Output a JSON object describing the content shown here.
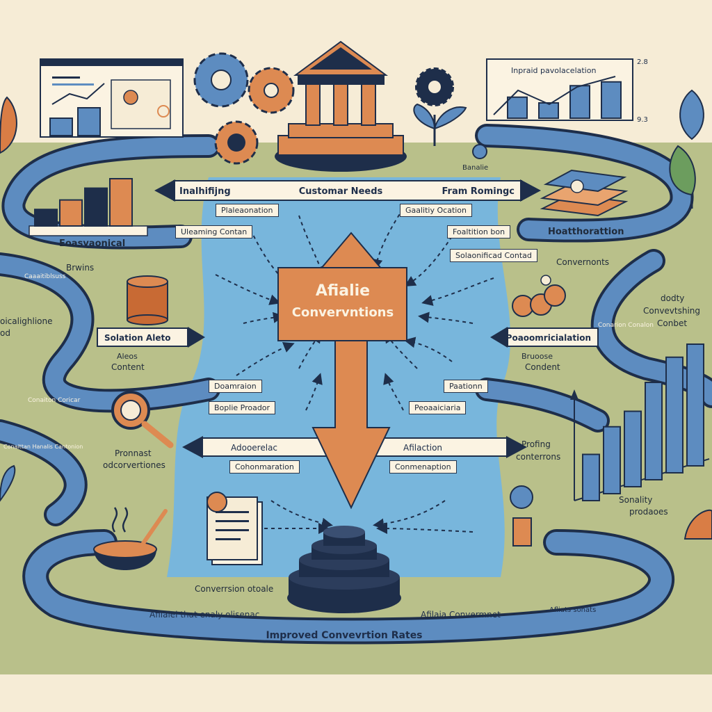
{
  "colors": {
    "background": "#f6ecd6",
    "ground": "#b9c08a",
    "river": "#78b6dc",
    "ribbon": "#5d8cc0",
    "navy": "#1e2e4a",
    "orange": "#dd8a52",
    "cream": "#fbf3e2"
  },
  "center": {
    "title_line1": "Afialie",
    "title_line2": "Convervntions"
  },
  "top_band": {
    "left": "Inalhifijng",
    "middle": "Customar Needs",
    "right": "Fram Romingc"
  },
  "mid_band": {
    "left": "Solation Aleto",
    "right": "Poaoomricialation"
  },
  "low_band": {
    "left": "Adooerelac",
    "right": "Afilaction"
  },
  "tags": {
    "t1": "Plaleaonation",
    "t2": "Gaalitiy Ocation",
    "t3": "Uleaming Contan",
    "t4": "Foaltition bon",
    "t5": "Solaonificad Contad",
    "t6": "Doamraion",
    "t7": "Boplie Proador",
    "t8": "Paationn",
    "t9": "Peoaaiciaria",
    "t10": "Cohonmaration",
    "t11": "Conmenaption"
  },
  "labels": {
    "left_chart": "Eoasvaonical",
    "brwins": "Brwins",
    "hoalthriontion": "Hoatthorattion",
    "conversments": "Convernonts",
    "banalie": "Banalie",
    "left_edge1": "oicalighlione",
    "left_edge2": "od",
    "aleos": "Aleos",
    "content_left": "Content",
    "ribbon_left_top": "Caaaitiblsuss",
    "ribbon_left_mid": "Conaiton Coricar",
    "ribbon_left_low": "Conaittan Hanalis Cantonion",
    "pronnast": "Pronnast",
    "odcorvertions": "odcorvertiones",
    "dodty": "dodty",
    "convertshing": "Convevtshing",
    "contbet": "Conbet",
    "ribbon_right": "Conarion Conalon",
    "bruoose": "Bruoose",
    "condent": "Condent",
    "proling": "Profing",
    "conterrons": "conterrons",
    "sonality": "Sonality",
    "produces": "prodaoes",
    "conversion_stoale": "Converrsion otoale",
    "bottom_left": "Afilalel that enaly olisenac",
    "bottom_right": "Afilaia Convermnet",
    "bottom_far_right": "Afliats sonats",
    "bottom_banner": "Improved Convevrtion Rates"
  },
  "top_right_chart": {
    "title": "Inpraid pavolacelation",
    "tick_top": "2.8",
    "tick_bottom": "9.3",
    "values": [
      0.55,
      0.4,
      0.85,
      0.95
    ]
  },
  "top_left_chart": {
    "values": [
      0.35,
      0.55,
      0.8,
      1.0
    ]
  },
  "right_bars": {
    "values": [
      0.38,
      0.55,
      0.62,
      0.8,
      0.95,
      1.0
    ]
  }
}
